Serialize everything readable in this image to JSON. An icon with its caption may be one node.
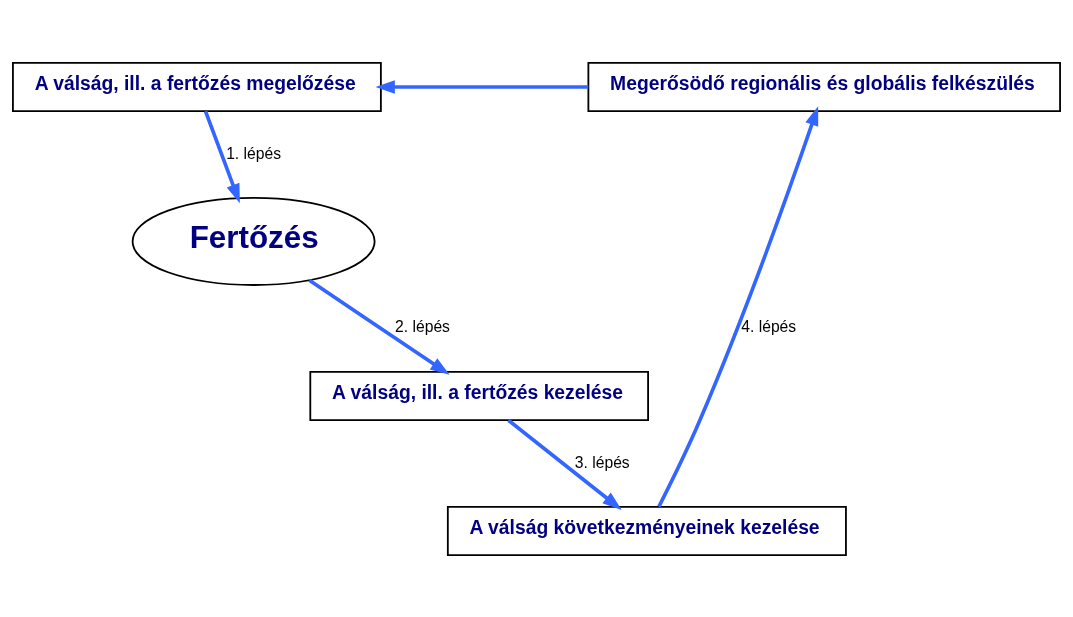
{
  "diagram": {
    "nodes": [
      {
        "text": [
          "A válság, ill. a fertőzés megelőzése"
        ]
      },
      {
        "text": [
          "Megerősödő regionális és globális felkészülés"
        ]
      },
      {
        "text": [
          "Fertőzés"
        ]
      },
      {
        "text": [
          "A válság következményeinek kezelése"
        ]
      },
      {
        "text": [
          "A válság, ill. a fertőzés kezelése"
        ]
      }
    ],
    "edges": [
      {
        "from": 1,
        "to": 0,
        "arrow": "to"
      },
      {
        "from": 0,
        "to": 2,
        "arrow": "to",
        "label": "1. lépés"
      },
      {
        "from": 2,
        "to": 4,
        "arrow": "to",
        "label": "2. lépés"
      },
      {
        "from": 4,
        "to": 3,
        "arrow": "to",
        "label": "3. lépés"
      },
      {
        "from": 3,
        "to": 1,
        "arrow": "to",
        "label": "4. lépés"
      }
    ]
  }
}
